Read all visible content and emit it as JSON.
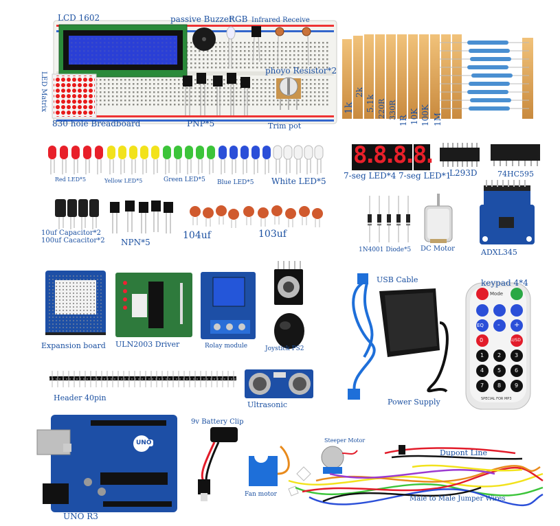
{
  "labels": {
    "lcd": "LCD 1602",
    "buzzer": "passive Buzzer",
    "rgb": "RGB",
    "ir": "Infrared Receive",
    "matrix": "LED Matrix",
    "photo": "phoyo Resistor*2",
    "breadboard": "830 hole Breadboard",
    "pnp": "PNP*5",
    "trimpot": "Trim pot",
    "r1k": "1k",
    "r2k": "2k",
    "r51k": "5.1k",
    "r220": "220R",
    "r330": "330R",
    "r1r": "1R",
    "r10k": "10K",
    "r100k": "100K",
    "r1m": "1M",
    "seg4": "7-seg LED*4",
    "seg1": "7-seg LED*1",
    "l293d": "L293D",
    "hc595": "74HC595",
    "red": "Red LED*5",
    "yellow": "Yellow LED*5",
    "green": "Green LED*5",
    "blue": "Blue LED*5",
    "white": "White LED*5",
    "cap1": "10uf Capacitor*2",
    "cap2": "100uf Cacacitor*2",
    "npn": "NPN*5",
    "c104": "104uf",
    "c103": "103uf",
    "diode": "1N4001 Diode*5",
    "dcmotor": "DC Motor",
    "adxl": "ADXL345",
    "expansion": "Expansion board",
    "uln": "ULN2003 Driver",
    "relay": "Rolay module",
    "joystick": "Joystick PS2",
    "usb": "USB Cable",
    "keypad": "keypad  4*4",
    "power": "Power Supply",
    "header": "Header 40pin",
    "ultrasonic": "Ultrasonic",
    "battery": "9v Battery Clip",
    "fanmotor": "Fan motor",
    "stepper": "Steeper Motor",
    "dupont": "Dupont Line",
    "jumper": "Male to Male Jumper Wires",
    "uno": "UNO R3"
  },
  "seg_digits": "8.8.8.8.",
  "board_text": {
    "uno_logo": "UNO",
    "lcd_text": ""
  },
  "remote_keys": [
    "Mode",
    "EQ",
    "-",
    "+",
    "0",
    "U/SD",
    "1",
    "2",
    "3",
    "4",
    "5",
    "6",
    "7",
    "8",
    "9"
  ],
  "remote_caption": "SPECIAL FOR MP3",
  "colors": {
    "label": "#1a4fa0",
    "led_red": "#e8202a",
    "led_yellow": "#f2e21c",
    "led_green": "#3cc43a",
    "led_blue": "#2b4fd8",
    "pcb_blue": "#1d4fa6",
    "resistor": "#e2a45a",
    "ceramic": "#d05a2e"
  }
}
